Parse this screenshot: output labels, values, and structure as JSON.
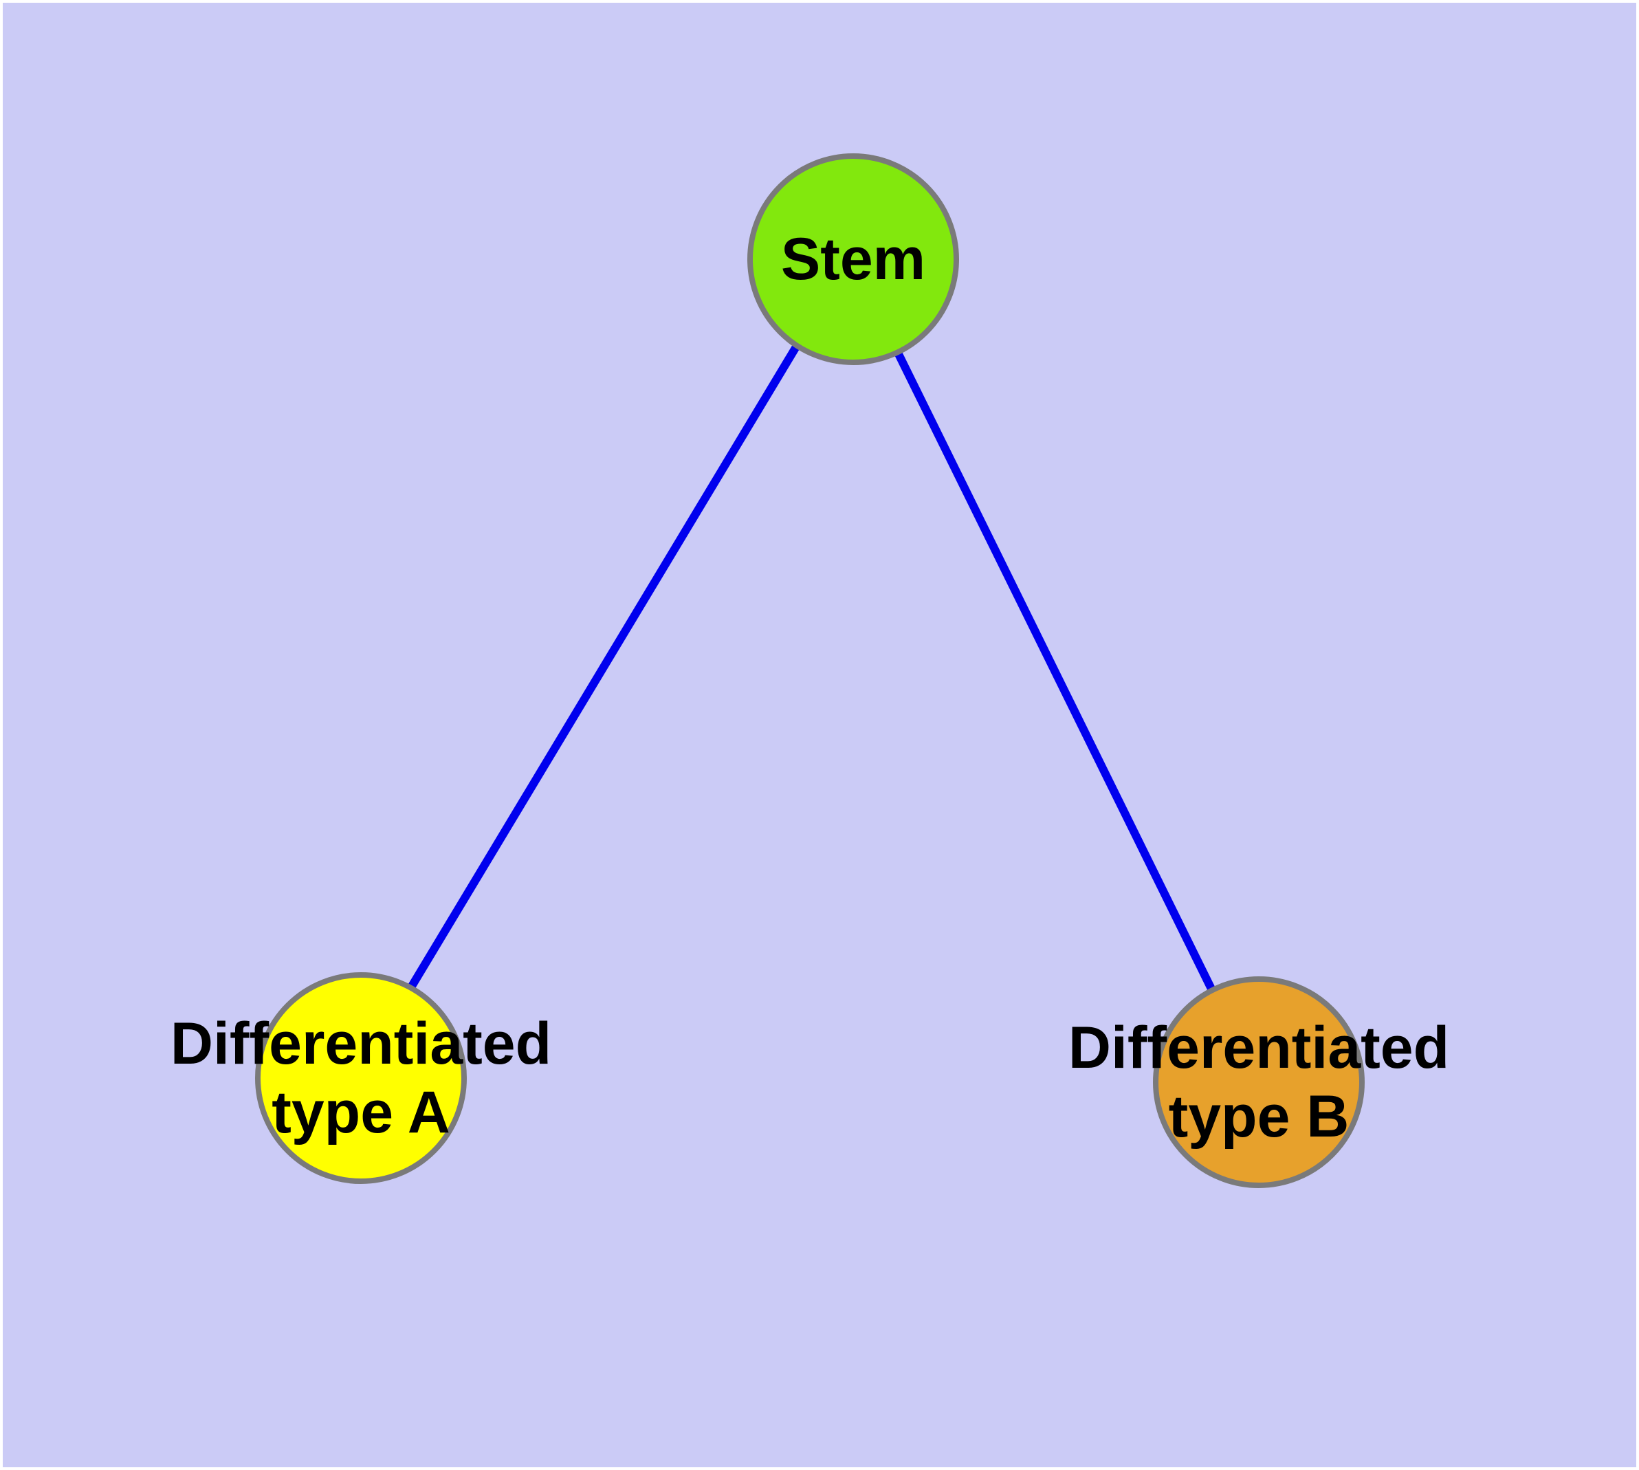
{
  "diagram": {
    "background_color": "#cbcbf6",
    "frame_color": "#ffffff",
    "edge_color": "#0000ee",
    "node_border_color": "#7a7a7a",
    "text_color": "#000000",
    "nodes": [
      {
        "id": "stem",
        "label": "Stem",
        "line1": "Stem",
        "line2": "",
        "fill": "#82e80d"
      },
      {
        "id": "type-a",
        "label": "Differentiated type A",
        "line1": "Differentiated",
        "line2": "type A",
        "fill": "#ffff00"
      },
      {
        "id": "type-b",
        "label": "Differentiated type B",
        "line1": "Differentiated",
        "line2": "type B",
        "fill": "#e7a12c"
      }
    ],
    "edges": [
      {
        "from": "Stem",
        "to": "Differentiated type A"
      },
      {
        "from": "Stem",
        "to": "Differentiated type B"
      }
    ]
  }
}
